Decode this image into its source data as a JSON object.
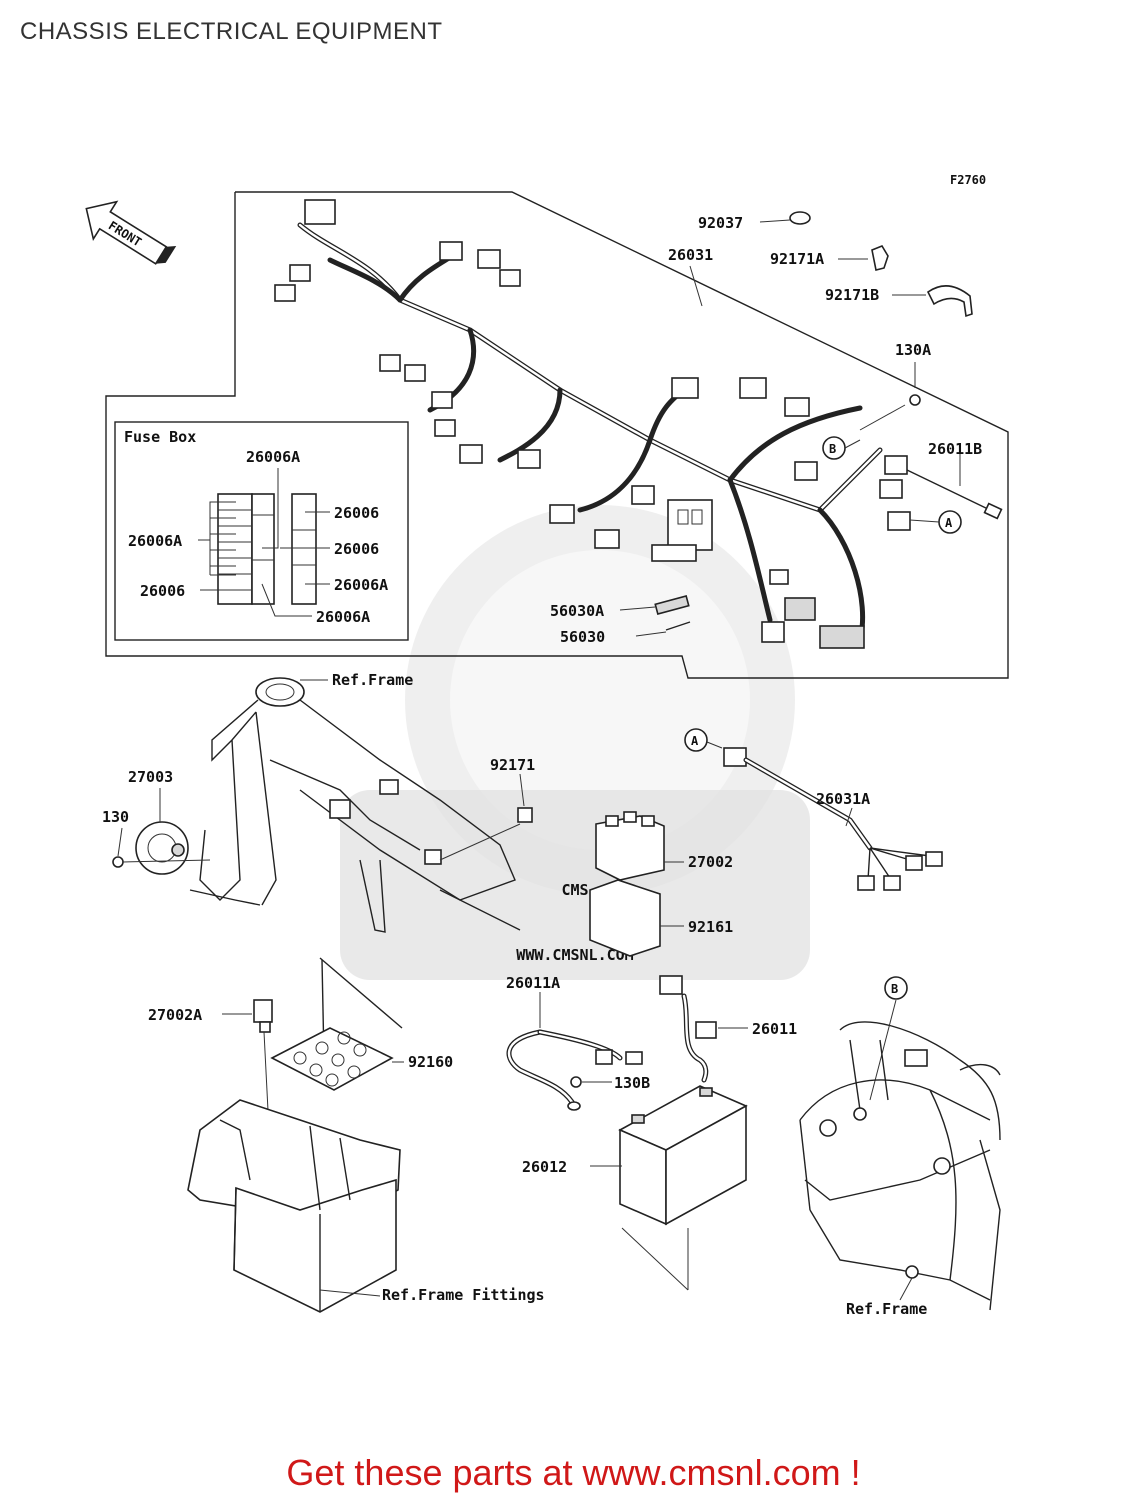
{
  "title": "CHASSIS ELECTRICAL EQUIPMENT",
  "figure_code": "F2760",
  "front_label": "FRONT",
  "watermark": {
    "brand": "CMS",
    "site": "WWW.CMSNL.COM"
  },
  "fuse_box": {
    "title": "Fuse Box",
    "labels": [
      "26006A",
      "26006",
      "26006",
      "26006A",
      "26006A",
      "26006",
      "26006A"
    ]
  },
  "callouts": {
    "p92037": "92037",
    "p26031": "26031",
    "p92171A": "92171A",
    "p92171B": "92171B",
    "p130A": "130A",
    "p26011B": "26011B",
    "p56030A": "56030A",
    "p56030": "56030",
    "ref_frame_top": "Ref.Frame",
    "p27003": "27003",
    "p130": "130",
    "p92171": "92171",
    "p26031A": "26031A",
    "p27002": "27002",
    "p92161": "92161",
    "p26011A": "26011A",
    "p26011": "26011",
    "p27002A": "27002A",
    "p92160": "92160",
    "p130B": "130B",
    "p26012": "26012",
    "ref_frame_fittings": "Ref.Frame Fittings",
    "ref_frame_bottom": "Ref.Frame"
  },
  "markers": {
    "a": "A",
    "b": "B"
  },
  "footer": {
    "cta": "Get these parts at www.cmsnl.com !"
  }
}
